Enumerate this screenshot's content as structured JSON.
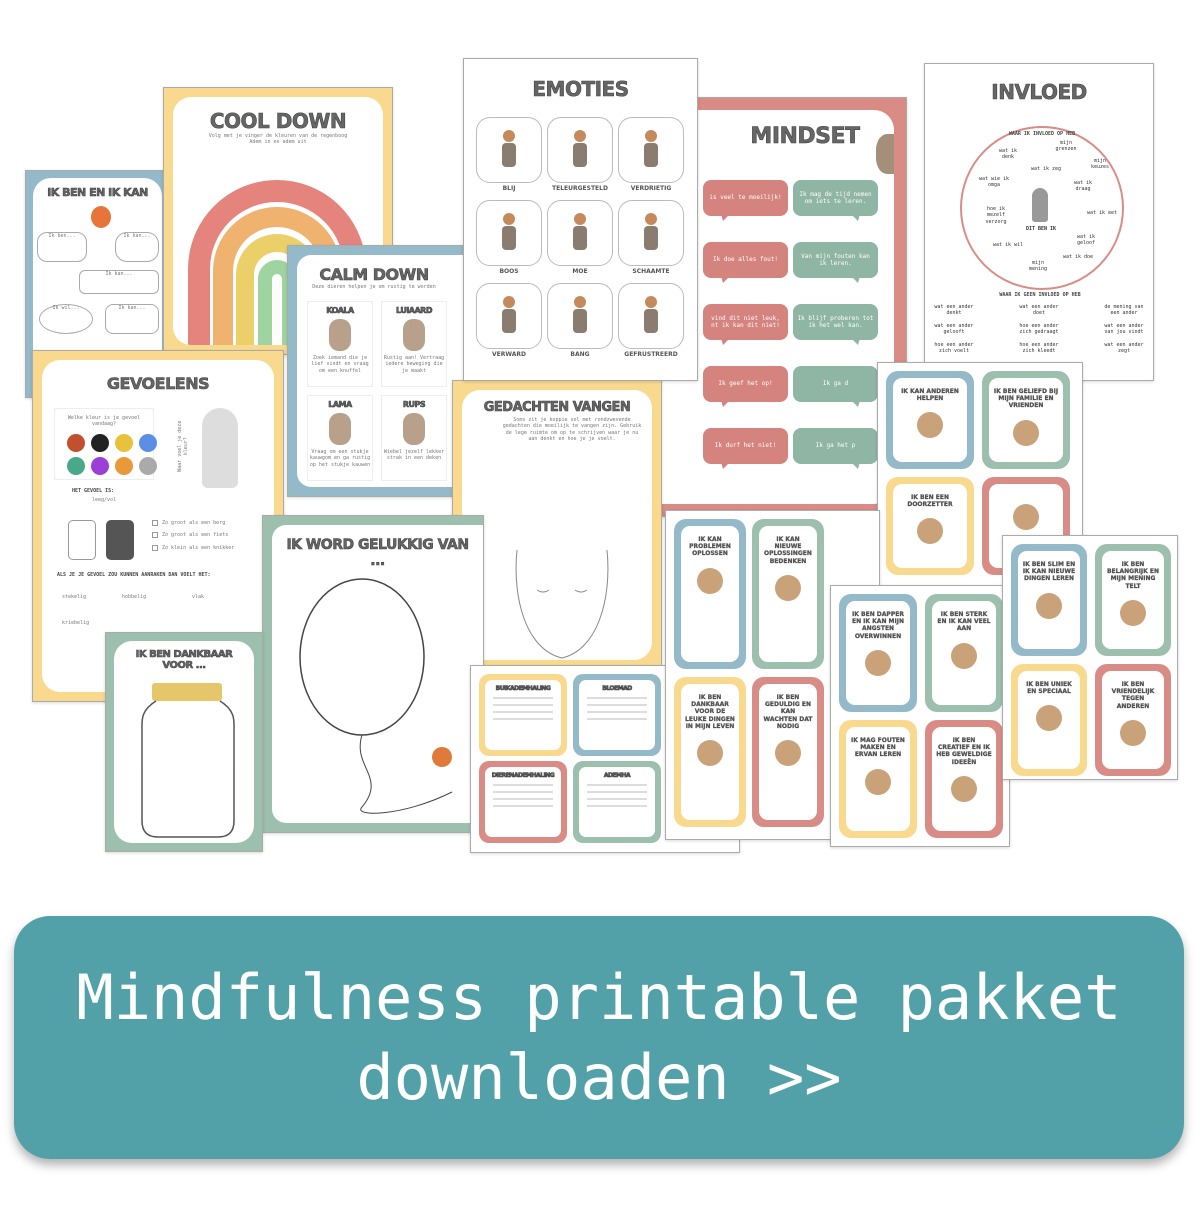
{
  "sheets": {
    "ik_ben": {
      "title": "IK BEN EN IK KAN",
      "bubbles": [
        "Ik ben...",
        "Ik kan...",
        "Ik kan...",
        "Ik wil...",
        "Ik kan..."
      ]
    },
    "cool_down": {
      "title": "COOL DOWN",
      "subtitle": "Volg met je vinger de kleuren van de regenboog",
      "subtitle2": "Adem in en adem uit"
    },
    "emoties": {
      "title": "EMOTIES",
      "items": [
        "BLIJ",
        "TELEURGESTELD",
        "VERDRIETIG",
        "BOOS",
        "MOE",
        "SCHAAMTE",
        "VERWARD",
        "BANG",
        "GEFRUSTREERD"
      ]
    },
    "mindset": {
      "title": "MINDSET",
      "fixed": [
        "is veel te moeilijk!",
        "Ik doe alles fout!",
        "vind dit niet leuk, nt ik kan dit niet!",
        "Ik geef het op!",
        "Ik durf het niet!"
      ],
      "growth": [
        "Ik mag de tijd nemen om iets te leren.",
        "Van mijn fouten kan ik leren.",
        "Ik blijf proberen tot ik het wel kan.",
        "Ik ga d",
        "Ik ga het p"
      ]
    },
    "invloed": {
      "title": "INVLOED",
      "circle_top": "WAAR IK INVLOED OP HEB",
      "circle_bottom": "WAAR IK GEEN INVLOED OP HEB",
      "center": "DIT BEN IK",
      "inside": [
        "wat ik denk",
        "mijn grenzen",
        "mijn keuzes",
        "wat ik zeg",
        "wat wie ik omga",
        "wat ik draag",
        "hoe ik mezelf verzorg",
        "wat ik eet",
        "wat ik geloof",
        "wat ik wil",
        "wat ik doe",
        "mijn mening"
      ],
      "outside": [
        "wat een ander denkt",
        "wat een ander doet",
        "de mening van een ander",
        "wat een ander gelooft",
        "hoe een ander zich gedraagt",
        "wat een ander van jou vindt",
        "hoe een ander zich voelt",
        "hoe een ander zich kleedt",
        "wat een ander zegt"
      ]
    },
    "calm_down": {
      "title": "CALM DOWN",
      "subtitle": "Deze dieren helpen je om rustig te worden",
      "animals": [
        {
          "name": "KOALA",
          "text": "Zoek iemand die je lief vindt en vraag om een knuffel"
        },
        {
          "name": "LUIAARD",
          "text": "Rustig aan! Vertraag iedere beweging die je maakt"
        },
        {
          "name": "LAMA",
          "text": "Vraag om een stukje kauwgom en ga rustig op het stukje kauwen"
        },
        {
          "name": "RUPS",
          "text": "Wiebel jezelf lekker strak in een deken"
        }
      ]
    },
    "gevoelens": {
      "title": "GEVOELENS",
      "question": "Welke kleur is je gevoel vandaag?",
      "side": "Waar voel je deze kleur?",
      "feeling_label": "HET GEVOEL IS:",
      "feeling_value": "leeg/vol",
      "options": [
        "Zo groot als een berg",
        "Zo groot als een fiets",
        "Zo klein als een knikker"
      ],
      "shape_q": "ALS JE JE GEVOEL ZOU KUNNEN AANRAKEN DAN VOELT HET:",
      "textures": [
        "stekelig",
        "hobbelig",
        "vlak",
        "kriebelig"
      ],
      "colors": [
        "#c0502e",
        "#222222",
        "#e8c23a",
        "#5b8fe6",
        "#4aa88a",
        "#9b3fd6",
        "#e89a3a",
        "#aaaaaa"
      ]
    },
    "gedachten": {
      "title": "GEDACHTEN VANGEN",
      "text": "Soms zit je koppie vol met rondzwevende gedachten die moeilijk te vangen zijn. Gebruik de lege ruimte om op te schrijven waar je nu aan denkt en hoe je je voelt."
    },
    "gelukkig": {
      "title": "IK WORD GELUKKIG VAN ..."
    },
    "dankbaar": {
      "title": "IK BEN DANKBAAR VOOR ..."
    },
    "ademhaling": {
      "titles": [
        "BUIKADEMHALING",
        "BLOEMAD",
        "DIERENADEMHALING",
        "ADEMHA"
      ]
    }
  },
  "cards": {
    "a": [
      "IK KAN ANDEREN HELPEN",
      "IK BEN GELIEFD BIJ MIJN FAMILIE EN VRIENDEN",
      "IK BEN EEN DOORZETTER",
      ""
    ],
    "b": [
      "IK KAN PROBLEMEN OPLOSSEN",
      "IK KAN NIEUWE OPLOSSINGEN BEDENKEN",
      "IK BEN DANKBAAR VOOR DE LEUKE DINGEN IN MIJN LEVEN",
      "IK BEN GEDULDIG EN KAN WACHTEN DAT NODIG"
    ],
    "c": [
      "IK BEN DAPPER EN IK KAN MIJN ANGSTEN OVERWINNEN",
      "IK BEN STERK EN IK KAN VEEL AAN",
      "IK MAG FOUTEN MAKEN EN ERVAN LEREN",
      "IK BEN CREATIEF EN IK HEB GEWELDIGE IDEEËN"
    ],
    "d": [
      "IK BEN SLIM EN IK KAN NIEUWE DINGEN LEREN",
      "IK BEN BELANGRIJK EN MIJN MENING TELT",
      "IK BEN UNIEK EN SPECIAAL",
      "IK BEN VRIENDELIJK TEGEN ANDEREN"
    ]
  },
  "cta": {
    "line1": "Mindfulness printable pakket",
    "line2": "downloaden >>",
    "color": "#52a1a8"
  }
}
